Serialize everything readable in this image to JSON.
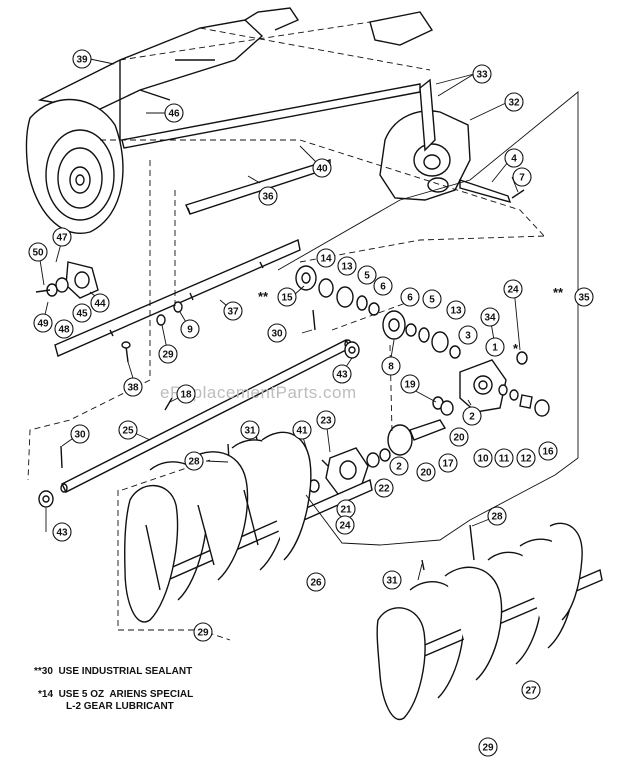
{
  "watermark": "eReplacementParts.com",
  "markers": {
    "double_star": "**",
    "single_star": "*"
  },
  "callouts": [
    {
      "id": "c39",
      "label": "39"
    },
    {
      "id": "c33",
      "label": "33"
    },
    {
      "id": "c32",
      "label": "32"
    },
    {
      "id": "c46",
      "label": "46"
    },
    {
      "id": "c40",
      "label": "40"
    },
    {
      "id": "c4",
      "label": "4"
    },
    {
      "id": "c7",
      "label": "7"
    },
    {
      "id": "c36",
      "label": "36"
    },
    {
      "id": "c50",
      "label": "50"
    },
    {
      "id": "c47",
      "label": "47"
    },
    {
      "id": "c49",
      "label": "49"
    },
    {
      "id": "c48",
      "label": "48"
    },
    {
      "id": "c45",
      "label": "45"
    },
    {
      "id": "c44",
      "label": "44"
    },
    {
      "id": "c37",
      "label": "37"
    },
    {
      "id": "c9",
      "label": "9"
    },
    {
      "id": "c29a",
      "label": "29"
    },
    {
      "id": "c15",
      "label": "15"
    },
    {
      "id": "c14",
      "label": "14"
    },
    {
      "id": "c13a",
      "label": "13"
    },
    {
      "id": "c5a",
      "label": "5"
    },
    {
      "id": "c6a",
      "label": "6"
    },
    {
      "id": "c6b",
      "label": "6"
    },
    {
      "id": "c5b",
      "label": "5"
    },
    {
      "id": "c13b",
      "label": "13"
    },
    {
      "id": "c24a",
      "label": "24"
    },
    {
      "id": "c35",
      "label": "35"
    },
    {
      "id": "c34",
      "label": "34"
    },
    {
      "id": "c3",
      "label": "3"
    },
    {
      "id": "c1",
      "label": "1"
    },
    {
      "id": "c30a",
      "label": "30"
    },
    {
      "id": "c8",
      "label": "8"
    },
    {
      "id": "c43a",
      "label": "43"
    },
    {
      "id": "c38",
      "label": "38"
    },
    {
      "id": "c18",
      "label": "18"
    },
    {
      "id": "c19",
      "label": "19"
    },
    {
      "id": "c2a",
      "label": "2"
    },
    {
      "id": "c20a",
      "label": "20"
    },
    {
      "id": "c10",
      "label": "10"
    },
    {
      "id": "c11",
      "label": "11"
    },
    {
      "id": "c12",
      "label": "12"
    },
    {
      "id": "c16",
      "label": "16"
    },
    {
      "id": "c30b",
      "label": "30"
    },
    {
      "id": "c25",
      "label": "25"
    },
    {
      "id": "c31a",
      "label": "31"
    },
    {
      "id": "c28a",
      "label": "28"
    },
    {
      "id": "c41",
      "label": "41"
    },
    {
      "id": "c23",
      "label": "23"
    },
    {
      "id": "c2b",
      "label": "2"
    },
    {
      "id": "c20b",
      "label": "20"
    },
    {
      "id": "c17",
      "label": "17"
    },
    {
      "id": "c22",
      "label": "22"
    },
    {
      "id": "c21",
      "label": "21"
    },
    {
      "id": "c24b",
      "label": "24"
    },
    {
      "id": "c43b",
      "label": "43"
    },
    {
      "id": "c26",
      "label": "26"
    },
    {
      "id": "c29b",
      "label": "29"
    },
    {
      "id": "c28b",
      "label": "28"
    },
    {
      "id": "c31b",
      "label": "31"
    },
    {
      "id": "c27",
      "label": "27"
    },
    {
      "id": "c29c",
      "label": "29"
    }
  ],
  "notes": [
    {
      "id": "n30",
      "text": "**30  USE INDUSTRIAL SEALANT"
    },
    {
      "id": "n14a",
      "text": "*14  USE 5 OZ  ARIENS SPECIAL"
    },
    {
      "id": "n14b",
      "text": "L-2 GEAR LUBRICANT"
    }
  ]
}
